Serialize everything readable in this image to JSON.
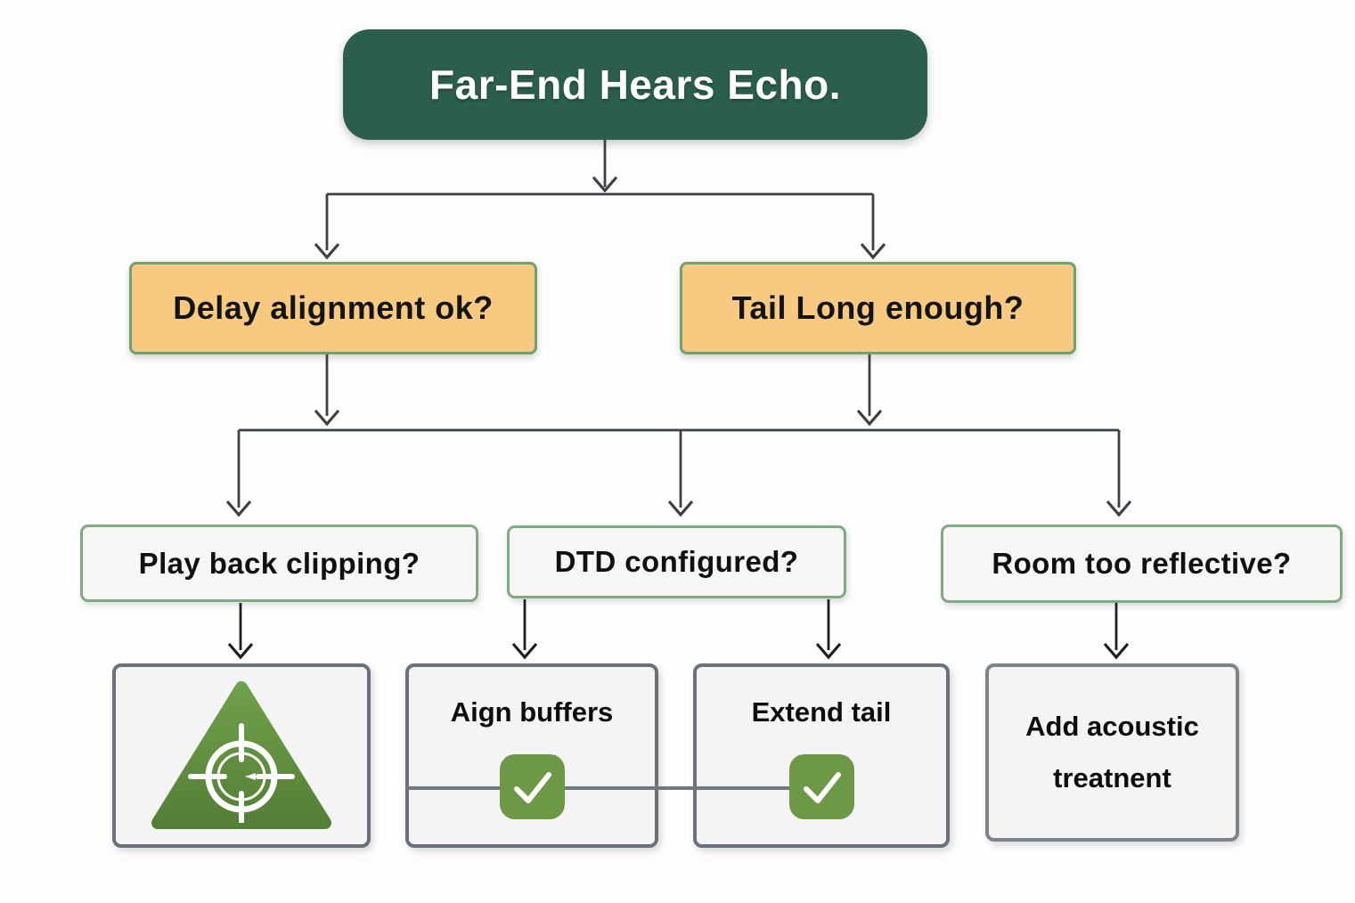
{
  "diagram_title": "Far-End Hears Echo.",
  "nodes": {
    "root": {
      "label": "Far-End Hears Echo."
    },
    "delay_alignment": {
      "label": "Delay alignment ok?"
    },
    "tail_long": {
      "label": "Tail Long enough?"
    },
    "playback_clipping": {
      "label": "Play back clipping?"
    },
    "dtd_configured": {
      "label": "DTD configured?"
    },
    "room_reflective": {
      "label": "Room too reflective?"
    },
    "target_action": {
      "icon": "target-triangle-icon"
    },
    "align_buffers": {
      "label": "Aign buffers",
      "icon": "checkmark-icon"
    },
    "extend_tail": {
      "label": "Extend tail",
      "icon": "checkmark-icon"
    },
    "acoustic_treatment": {
      "label_line1": "Add acoustic",
      "label_line2": "treatnent"
    }
  },
  "edges": [
    {
      "from": "root",
      "to": "delay_alignment"
    },
    {
      "from": "root",
      "to": "tail_long"
    },
    {
      "from": "delay_alignment",
      "to": "playback_clipping"
    },
    {
      "from": "delay_alignment",
      "to": "dtd_configured"
    },
    {
      "from": "tail_long",
      "to": "dtd_configured"
    },
    {
      "from": "tail_long",
      "to": "room_reflective"
    },
    {
      "from": "playback_clipping",
      "to": "target_action"
    },
    {
      "from": "dtd_configured",
      "to": "align_buffers"
    },
    {
      "from": "dtd_configured",
      "to": "extend_tail"
    },
    {
      "from": "room_reflective",
      "to": "acoustic_treatment"
    },
    {
      "from": "align_buffers",
      "to": "extend_tail"
    }
  ],
  "colors": {
    "root_fill": "#2c5e4c",
    "root_text": "#ffffff",
    "level1_fill": "#f7c981",
    "level1_border": "#6fa26f",
    "level2_fill": "#f6f7f5",
    "level2_border": "#7dab80",
    "level3_fill": "#f3f4f3",
    "level3_border": "#6a717a",
    "icon_green": "#6d9845",
    "triangle_green_top": "#6fa04b",
    "triangle_green_bottom": "#547f36",
    "connector": "#3b4147",
    "cross_connector_gray": "#70777e"
  }
}
